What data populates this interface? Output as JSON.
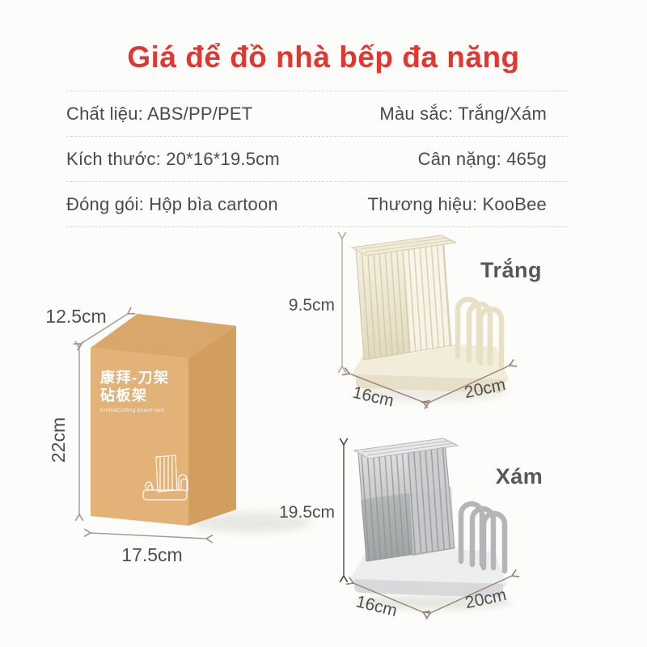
{
  "page": {
    "background": "#fcfcfa",
    "accent_red": "#e2362f",
    "text_color": "#4a4a4a",
    "box_tan": "#e3b278",
    "dash_color": "#d6d6d0"
  },
  "title": "Giá để đồ nhà bếp đa năng",
  "specs": {
    "rows": [
      {
        "left": "Chất liệu: ABS/PP/PET",
        "right": "Màu sắc: Trắng/Xám"
      },
      {
        "left": "Kích thước: 20*16*19.5cm",
        "right": "Cân nặng: 465g"
      },
      {
        "left": "Đóng gói: Hộp bìa cartoon",
        "right": "Thương hiệu: KooBee"
      }
    ]
  },
  "packaging_box": {
    "print_title_line1": "康拜-刀架",
    "print_title_line2": "砧板架",
    "print_subtitle": "Knife&Cutting board rack",
    "depth_label": "12.5cm",
    "height_label": "22cm",
    "width_label": "17.5cm"
  },
  "variant_white": {
    "name": "Trắng",
    "height_label": "9.5cm",
    "depth_label": "16cm",
    "width_label": "20cm"
  },
  "variant_gray": {
    "name": "Xám",
    "height_label": "19.5cm",
    "depth_label": "16cm",
    "width_label": "20cm"
  }
}
